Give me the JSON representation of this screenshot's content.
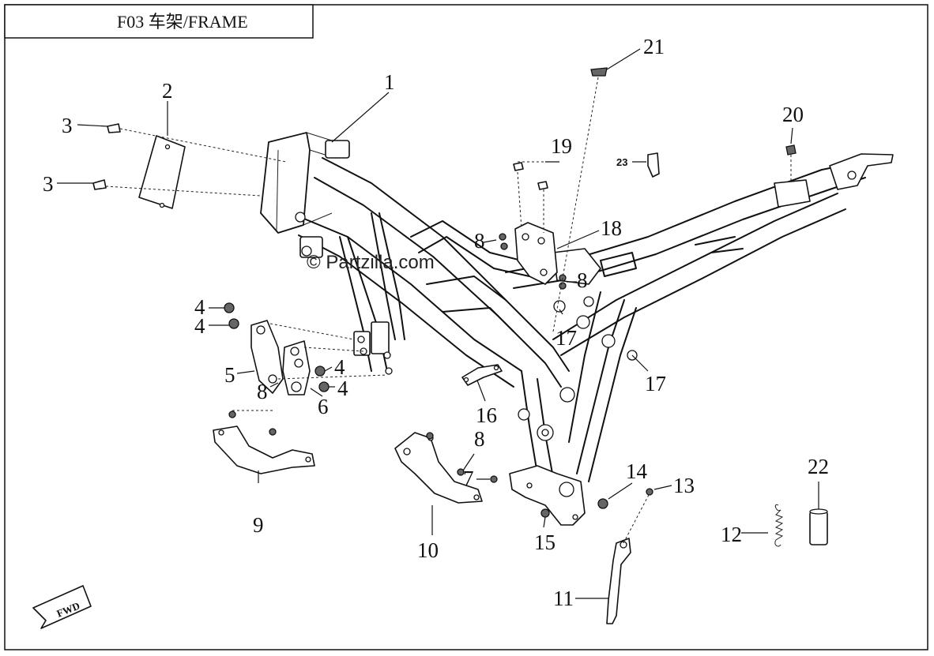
{
  "title": "F03 车架/FRAME",
  "watermark": "© Partzilla.com",
  "fwd_label": "FWD",
  "callouts": [
    {
      "id": "c1",
      "text": "1"
    },
    {
      "id": "c2",
      "text": "2"
    },
    {
      "id": "c3a",
      "text": "3"
    },
    {
      "id": "c3b",
      "text": "3"
    },
    {
      "id": "c4a",
      "text": "4"
    },
    {
      "id": "c4b",
      "text": "4"
    },
    {
      "id": "c4c",
      "text": "4"
    },
    {
      "id": "c4d",
      "text": "4"
    },
    {
      "id": "c5",
      "text": "5"
    },
    {
      "id": "c6",
      "text": "6"
    },
    {
      "id": "c7",
      "text": "7"
    },
    {
      "id": "c8a",
      "text": "8"
    },
    {
      "id": "c8b",
      "text": "8"
    },
    {
      "id": "c8c",
      "text": "8"
    },
    {
      "id": "c8d",
      "text": "8"
    },
    {
      "id": "c9",
      "text": "9"
    },
    {
      "id": "c10",
      "text": "10"
    },
    {
      "id": "c11",
      "text": "11"
    },
    {
      "id": "c12",
      "text": "12"
    },
    {
      "id": "c13",
      "text": "13"
    },
    {
      "id": "c14",
      "text": "14"
    },
    {
      "id": "c15",
      "text": "15"
    },
    {
      "id": "c16",
      "text": "16"
    },
    {
      "id": "c17a",
      "text": "17"
    },
    {
      "id": "c17b",
      "text": "17"
    },
    {
      "id": "c18",
      "text": "18"
    },
    {
      "id": "c19",
      "text": "19"
    },
    {
      "id": "c20",
      "text": "20"
    },
    {
      "id": "c21",
      "text": "21"
    },
    {
      "id": "c22",
      "text": "22"
    },
    {
      "id": "c23",
      "text": "23"
    }
  ]
}
